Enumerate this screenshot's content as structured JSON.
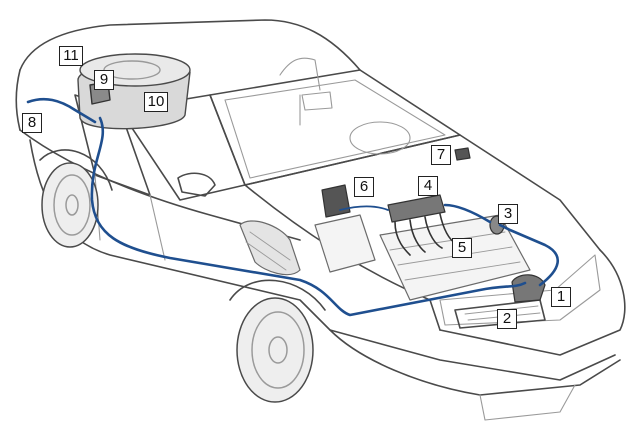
{
  "colors": {
    "outline": "#4a4a4a",
    "detail": "#9a9a9a",
    "gas_line": "#1f4f8f",
    "component": "#6b6b6b",
    "tank_fill": "#d9d9d9"
  },
  "callouts": [
    {
      "id": "1",
      "label": "1"
    },
    {
      "id": "2",
      "label": "2"
    },
    {
      "id": "3",
      "label": "3"
    },
    {
      "id": "4",
      "label": "4"
    },
    {
      "id": "5",
      "label": "5"
    },
    {
      "id": "6",
      "label": "6"
    },
    {
      "id": "7",
      "label": "7"
    },
    {
      "id": "8",
      "label": "8"
    },
    {
      "id": "9",
      "label": "9"
    },
    {
      "id": "10",
      "label": "10"
    },
    {
      "id": "11",
      "label": "11"
    }
  ]
}
